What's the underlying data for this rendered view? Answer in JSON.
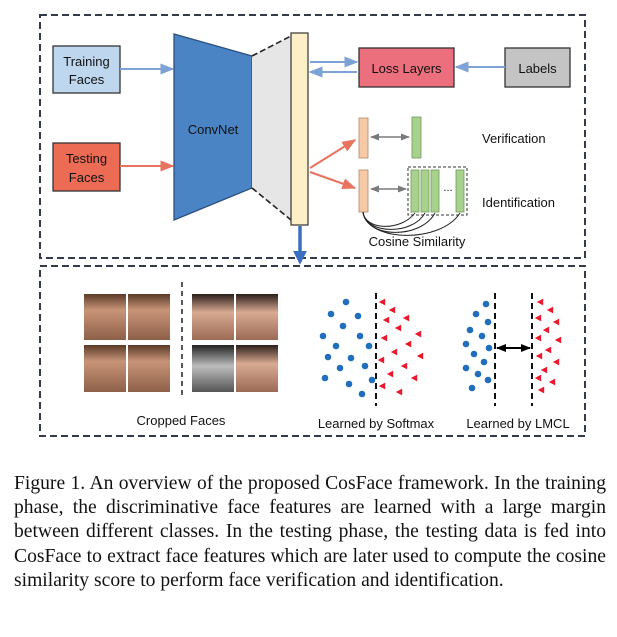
{
  "diagram": {
    "top_panel": {
      "training_faces": [
        "Training",
        "Faces"
      ],
      "testing_faces": [
        "Testing",
        "Faces"
      ],
      "convnet": "ConvNet",
      "loss_layers": "Loss Layers",
      "labels": "Labels",
      "verification": "Verification",
      "identification": "Identification",
      "cosine_similarity": "Cosine Similarity",
      "ellipsis": "..."
    },
    "bottom_panel": {
      "cropped_faces": "Cropped Faces",
      "learned_softmax": "Learned by Softmax",
      "learned_lmcl": "Learned by LMCL"
    },
    "colors": {
      "training_fill": "#bed7ee",
      "testing_fill": "#ec6b55",
      "loss_fill": "#ec6f7e",
      "labels_fill": "#c4c4c4",
      "convnet_fill": "#4a84c4",
      "feature_fill": "#fdf0c8",
      "verif_bar_fill": "#f8c9a6",
      "green_bar_fill": "#a9d18e",
      "train_arrow": "#7fa2d6",
      "test_arrow": "#e8735e",
      "blue_arrow": "#3a6fc2",
      "dot_blue": "#1f6fbd",
      "triangle_red": "#e8192c"
    }
  },
  "caption": "Figure 1. An overview of the proposed CosFace framework. In the training phase, the discriminative face features are learned with a large margin between different classes. In the testing phase, the testing data is fed into CosFace to extract face features which are later used to compute the cosine similarity score to perform face verification and identification."
}
